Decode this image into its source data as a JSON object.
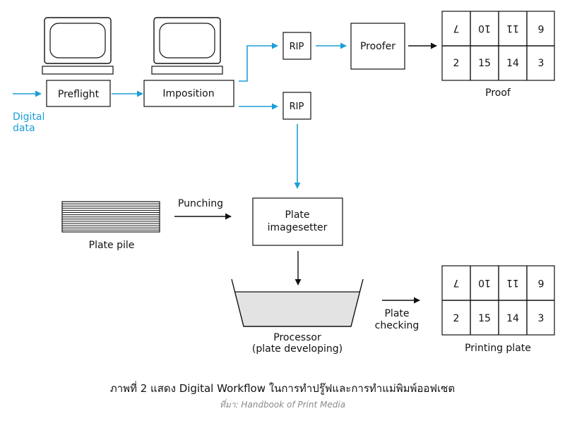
{
  "labels": {
    "digital": "Digital",
    "data": "data",
    "preflight": "Preflight",
    "imposition": "Imposition",
    "rip1": "RIP",
    "rip2": "RIP",
    "proofer": "Proofer",
    "proof": "Proof",
    "punching": "Punching",
    "plate_pile": "Plate pile",
    "plate_l1": "Plate",
    "plate_l2": "imagesetter",
    "processor_l1": "Processor",
    "processor_l2": "(plate developing)",
    "checking_l1": "Plate",
    "checking_l2": "checking",
    "printing_plate": "Printing plate"
  },
  "proof_grid": {
    "top": [
      "7",
      "10",
      "11",
      "6"
    ],
    "bottom": [
      "2",
      "15",
      "14",
      "3"
    ]
  },
  "plate_grid": {
    "top": [
      "7",
      "10",
      "11",
      "6"
    ],
    "bottom": [
      "2",
      "15",
      "14",
      "3"
    ]
  },
  "caption": "ภาพที่ 2 แสดง Digital Workflow ในการทำปรู๊ฟและการทำแม่พิมพ์ออฟเซต",
  "source": "ที่มา: Handbook of Print Media",
  "colors": {
    "accent": "#1a9fd8",
    "line": "#111111",
    "processor_fill": "#e3e3e3"
  }
}
